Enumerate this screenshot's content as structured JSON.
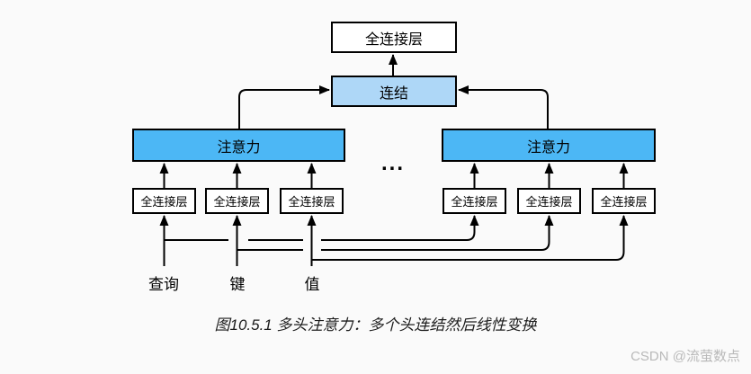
{
  "colors": {
    "background": "#fafafa",
    "attention_fill": "#4cb7f5",
    "concat_fill": "#aed7f7",
    "box_border": "#000000",
    "line_color": "#000000",
    "watermark_gray": "#b9b9b9"
  },
  "diagram": {
    "output_layer": "全连接层",
    "concat": "连结",
    "attention_left": "注意力",
    "attention_right": "注意力",
    "ellipsis": "...",
    "fc_layers": [
      "全连接层",
      "全连接层",
      "全连接层",
      "全连接层",
      "全连接层",
      "全连接层"
    ],
    "inputs": {
      "query": "查询",
      "key": "键",
      "value": "值"
    }
  },
  "caption": "图10.5.1 多头注意力：多个头连结然后线性变换",
  "watermark": "CSDN @流萤数点"
}
